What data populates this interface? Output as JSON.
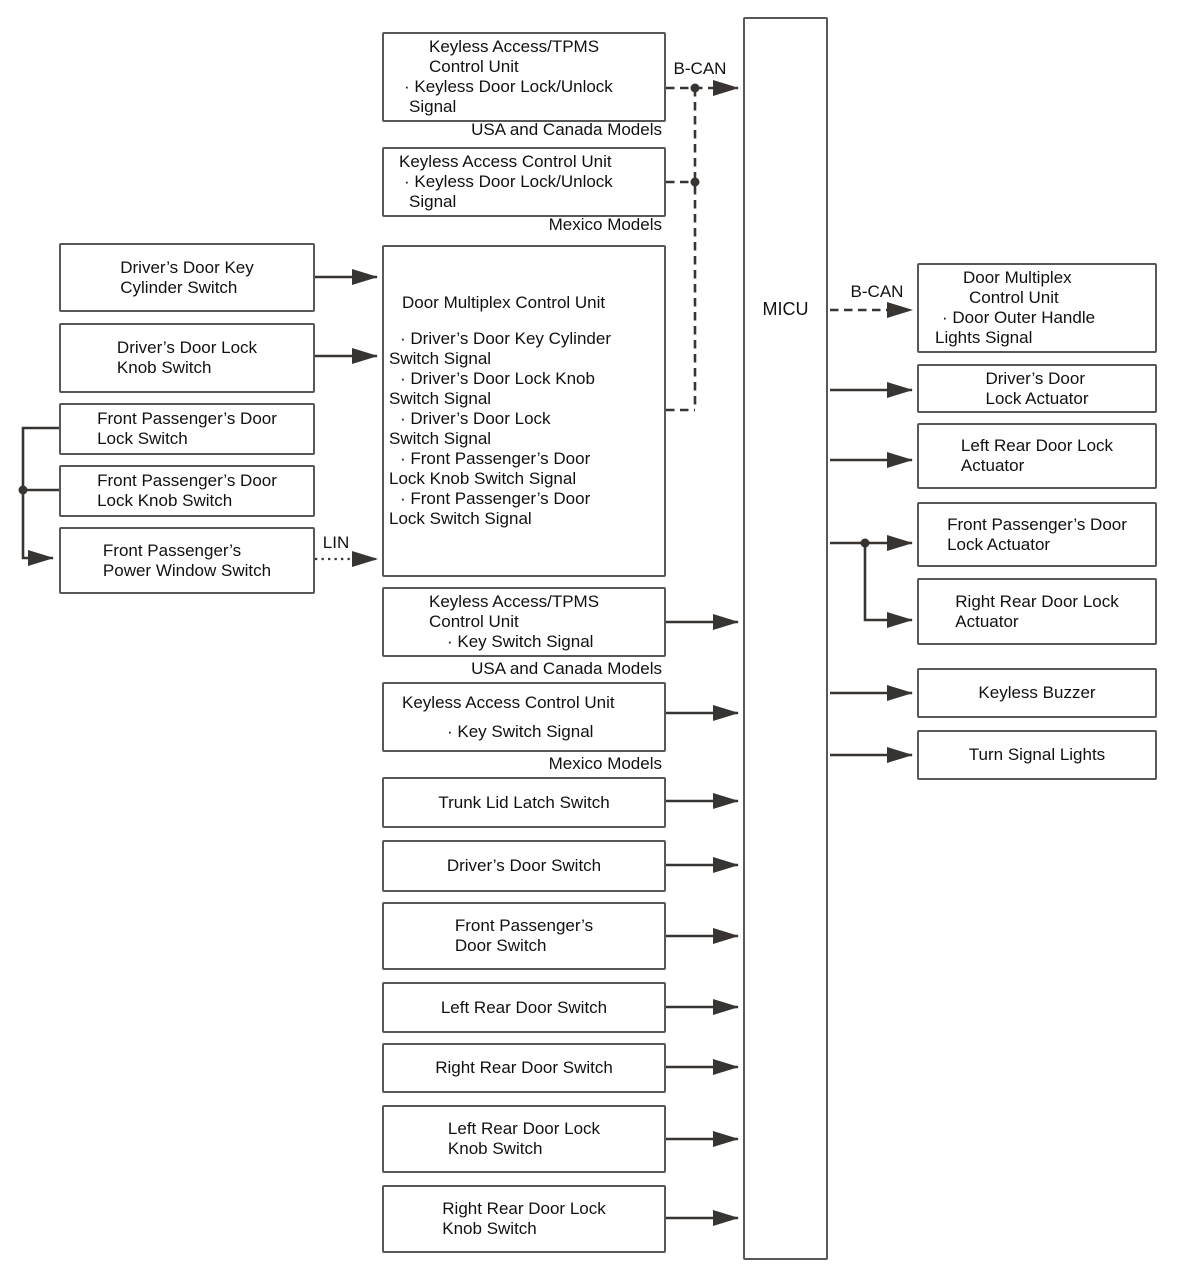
{
  "labels": {
    "bcan_in": "B-CAN",
    "bcan_out": "B-CAN",
    "lin": "LIN",
    "micu": "MICU"
  },
  "left_inputs": [
    {
      "lines": [
        "Driver’s Door Key",
        "Cylinder Switch"
      ]
    },
    {
      "lines": [
        "Driver’s Door Lock",
        "Knob Switch"
      ]
    },
    {
      "lines": [
        "Front Passenger’s Door",
        "Lock Switch"
      ]
    },
    {
      "lines": [
        "Front Passenger’s Door",
        "Lock Knob Switch"
      ]
    },
    {
      "lines": [
        "Front Passenger’s",
        "Power Window Switch"
      ]
    }
  ],
  "mid_top_usa": {
    "title": [
      "Keyless Access/TPMS",
      "Control Unit"
    ],
    "items": [
      "· Keyless Door Lock/Unlock",
      "Signal"
    ],
    "caption": "USA and Canada Models"
  },
  "mid_top_mexico": {
    "title": [
      "Keyless Access Control Unit"
    ],
    "items": [
      "· Keyless Door Lock/Unlock",
      "Signal"
    ],
    "caption": "Mexico Models"
  },
  "door_multiplex": {
    "title": "Door Multiplex Control Unit",
    "items": [
      "· Driver’s Door Key Cylinder",
      "Switch Signal",
      "· Driver’s Door Lock Knob",
      "Switch Signal",
      "· Driver’s Door Lock",
      "Switch Signal",
      "· Front Passenger’s Door",
      "Lock Knob Switch Signal",
      "· Front Passenger’s Door",
      "Lock Switch Signal"
    ]
  },
  "mid_key_usa": {
    "title": [
      "Keyless Access/TPMS",
      "Control Unit"
    ],
    "items": [
      "· Key Switch Signal"
    ],
    "caption": "USA and Canada Models"
  },
  "mid_key_mexico": {
    "title": [
      "Keyless Access Control Unit"
    ],
    "items": [
      "· Key Switch Signal"
    ],
    "caption": "Mexico Models"
  },
  "mid_switches": [
    {
      "lines": [
        "Trunk Lid Latch Switch"
      ]
    },
    {
      "lines": [
        "Driver’s Door Switch"
      ]
    },
    {
      "lines": [
        "Front Passenger’s",
        "Door Switch"
      ]
    },
    {
      "lines": [
        "Left Rear Door Switch"
      ]
    },
    {
      "lines": [
        "Right Rear Door Switch"
      ]
    },
    {
      "lines": [
        "Left Rear Door Lock",
        "Knob Switch"
      ]
    },
    {
      "lines": [
        "Right Rear Door Lock",
        "Knob Switch"
      ]
    }
  ],
  "right_outputs": [
    {
      "lines": [
        "Door Multiplex",
        "Control Unit",
        "· Door Outer Handle",
        "Lights Signal"
      ]
    },
    {
      "lines": [
        "Driver’s Door",
        "Lock Actuator"
      ]
    },
    {
      "lines": [
        "Left Rear Door Lock",
        "Actuator"
      ]
    },
    {
      "lines": [
        "Front Passenger’s Door",
        "Lock Actuator"
      ]
    },
    {
      "lines": [
        "Right Rear Door Lock",
        "Actuator"
      ]
    },
    {
      "lines": [
        "Keyless Buzzer"
      ]
    },
    {
      "lines": [
        "Turn Signal Lights"
      ]
    }
  ],
  "colors": {
    "line": "#383431",
    "box_border": "#58585a",
    "text": "#111111",
    "background": "#ffffff"
  }
}
